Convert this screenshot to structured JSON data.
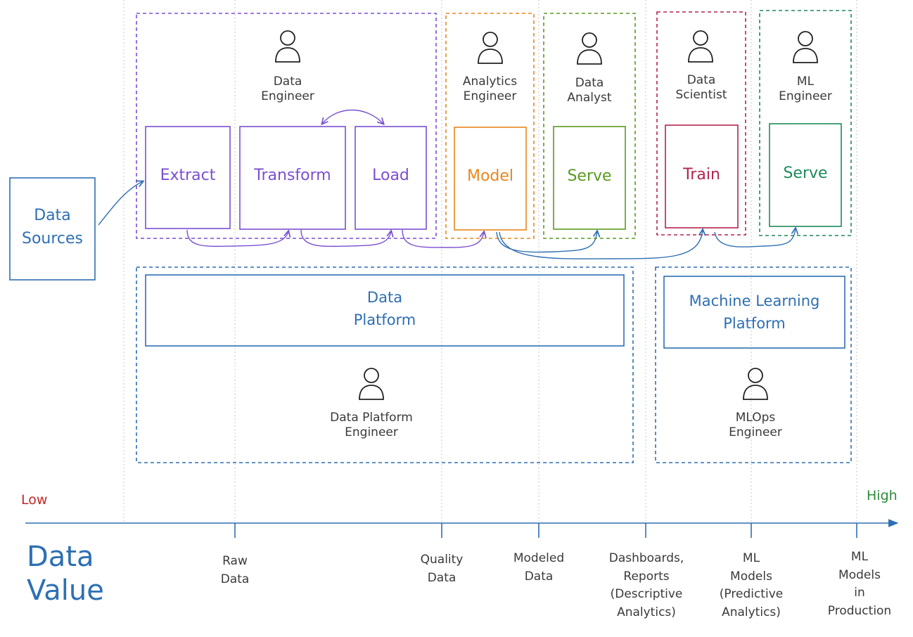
{
  "colors": {
    "purple": "#7b4fd1",
    "orange": "#e8871e",
    "green": "#5a9a21",
    "crimson": "#b3244d",
    "teal": "#1e8a5a",
    "blue": "#2e6fb3",
    "red": "#c62828",
    "high_green": "#2e8b3a",
    "gray": "#3a3a3a"
  },
  "sources": {
    "label": "Data\nSources"
  },
  "roles": {
    "data_engineer": "Data\nEngineer",
    "analytics_engineer": "Analytics\nEngineer",
    "data_analyst": "Data\nAnalyst",
    "data_scientist": "Data\nScientist",
    "ml_engineer": "ML\nEngineer",
    "data_platform_engineer": "Data Platform\nEngineer",
    "mlops_engineer": "MLOps\nEngineer"
  },
  "stages": {
    "extract": "Extract",
    "transform": "Transform",
    "load": "Load",
    "model": "Model",
    "serve_data": "Serve",
    "train": "Train",
    "serve_ml": "Serve"
  },
  "platforms": {
    "data_platform": "Data\nPlatform",
    "ml_platform": "Machine Learning\nPlatform"
  },
  "axis": {
    "low": "Low",
    "high": "High",
    "title": "Data\nValue",
    "ticks": [
      "Raw\nData",
      "Quality\nData",
      "Modeled\nData",
      "Dashboards,\nReports\n(Descriptive\nAnalytics)",
      "ML\nModels\n(Predictive\nAnalytics)",
      "ML\nModels\nin\nProduction"
    ]
  }
}
